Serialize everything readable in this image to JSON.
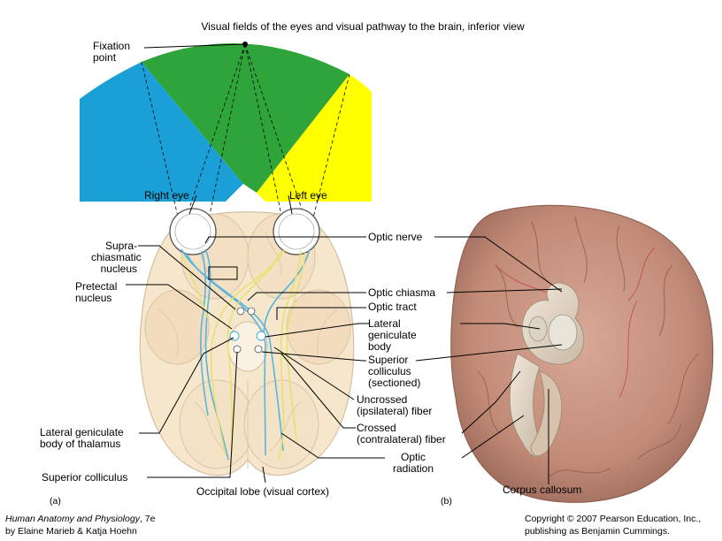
{
  "title": "Visual fields of the eyes and visual pathway to the brain, inferior view",
  "labels": {
    "fixation_point": "Fixation\npoint",
    "right_eye": "Right eye",
    "left_eye": "Left eye",
    "suprachiasmatic_nucleus": "Supra-\nchiasmatic\nnucleus",
    "pretectal_nucleus": "Pretectal\nnucleus",
    "lateral_geniculate_body_thalamus": "Lateral geniculate\nbody of thalamus",
    "superior_colliculus_left": "Superior colliculus",
    "optic_nerve": "Optic nerve",
    "optic_chiasma": "Optic chiasma",
    "optic_tract": "Optic tract",
    "lateral_geniculate_body": "Lateral\ngeniculate\nbody",
    "superior_colliculus_sectioned": "Superior\ncolliculus\n(sectioned)",
    "uncrossed_fiber": "Uncrossed\n(ipsilateral) fiber",
    "crossed_fiber": "Crossed\n(contralateral) fiber",
    "optic_radiation": "Optic\nradiation",
    "occipital_lobe": "Occipital lobe (visual cortex)",
    "corpus_callosum": "Corpus callosum",
    "panel_a": "(a)",
    "panel_b": "(b)"
  },
  "credits": {
    "book_title": "Human Anatomy and Physiology",
    "book_edition": ", 7e",
    "authors": "by Elaine Marieb & Katja Hoehn",
    "copyright_line1": "Copyright © 2007 Pearson Education, Inc.,",
    "copyright_line2": "publishing as Benjamin Cummings."
  },
  "colors": {
    "left_field_blue": "#1aa0d6",
    "center_field_green": "#2ea43a",
    "right_field_yellow": "#ffff00",
    "nerve_blue": "#5ab4dc",
    "nerve_yellow": "#e8e070",
    "brain_tan": "#f6e6cc",
    "specimen": "#c99482"
  }
}
